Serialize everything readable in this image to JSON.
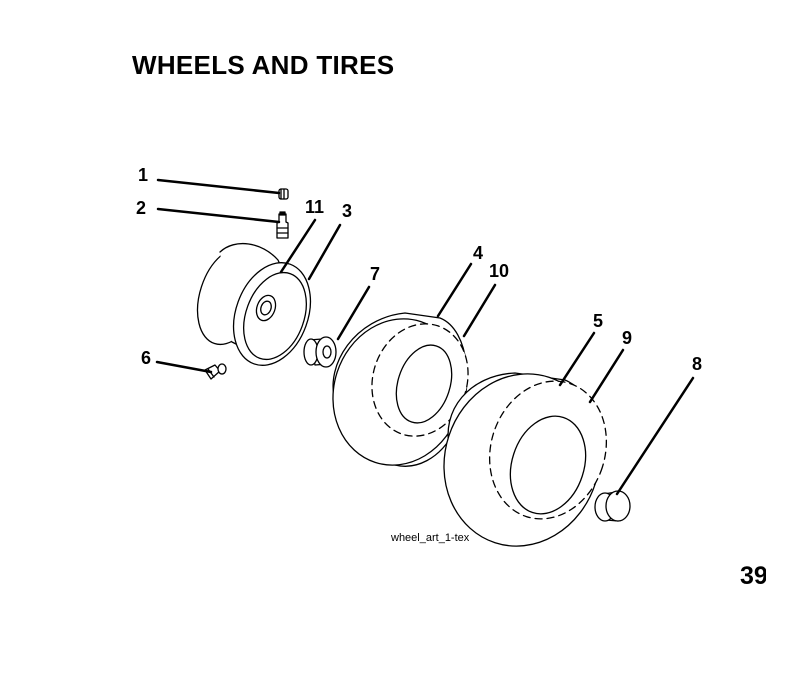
{
  "page": {
    "title": "WHEELS AND TIRES",
    "page_number": "39"
  },
  "diagram": {
    "caption": "wheel_art_1-tex",
    "callouts": [
      {
        "id": "c1",
        "label": "1"
      },
      {
        "id": "c2",
        "label": "2"
      },
      {
        "id": "c11",
        "label": "11"
      },
      {
        "id": "c3",
        "label": "3"
      },
      {
        "id": "c7",
        "label": "7"
      },
      {
        "id": "c4",
        "label": "4"
      },
      {
        "id": "c10",
        "label": "10"
      },
      {
        "id": "c6",
        "label": "6"
      },
      {
        "id": "c5",
        "label": "5"
      },
      {
        "id": "c9",
        "label": "9"
      },
      {
        "id": "c8",
        "label": "8"
      }
    ]
  }
}
